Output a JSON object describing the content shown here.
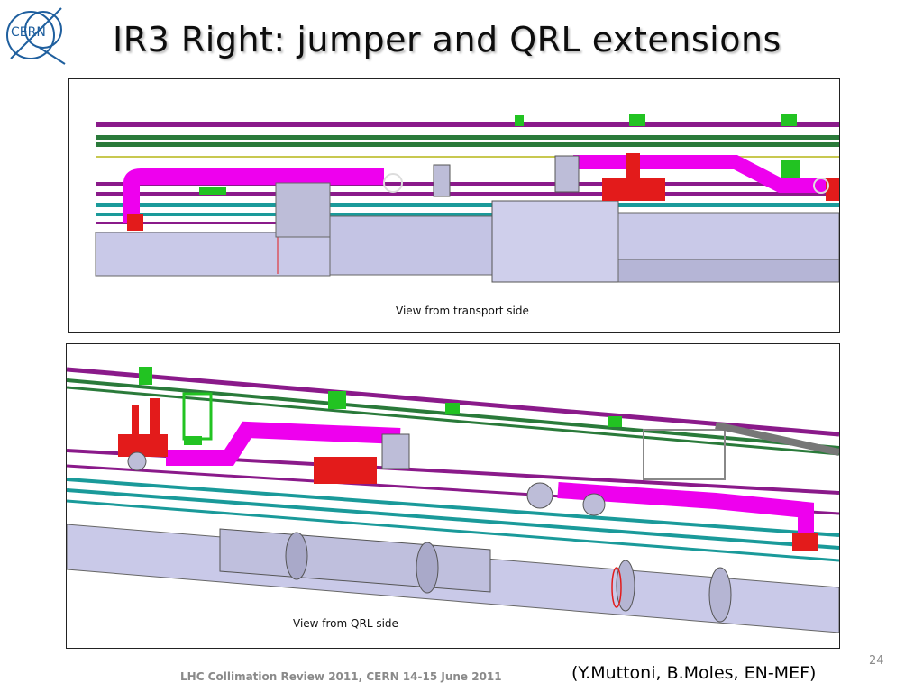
{
  "slide": {
    "title": "IR3 Right: jumper and QRL extensions",
    "logo_text": "CERN",
    "page_number": "24"
  },
  "figures": [
    {
      "caption": "View from transport side"
    },
    {
      "caption": "View from QRL side"
    }
  ],
  "footer": {
    "event": "LHC Collimation Review 2011, CERN 14-15 June 2011",
    "credit": "(Y.Muttoni, B.Moles, EN-MEF)"
  },
  "colors": {
    "jumper": "#ee00ee",
    "extension": "#e31b1b",
    "support": "#22c322",
    "pipe_teal": "#1a9a9a",
    "pipe_purple": "#7a1a7a",
    "cryostat": "#c9c9e8",
    "logo": "#1f5f9e"
  }
}
